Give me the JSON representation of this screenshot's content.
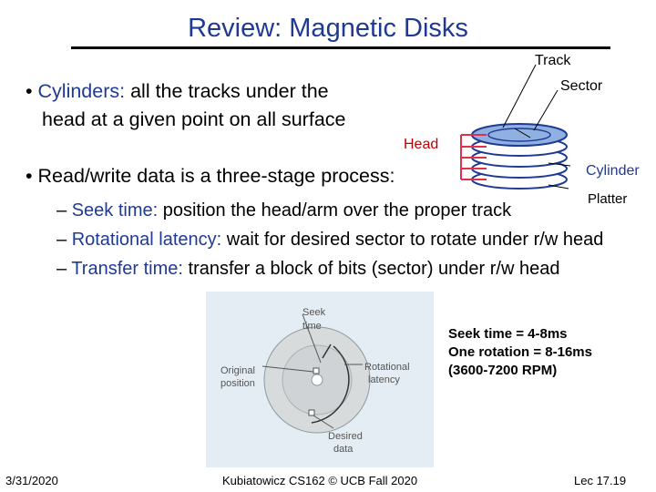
{
  "slide": {
    "title": "Review: Magnetic Disks",
    "bullet1": {
      "marker": "•",
      "term": "Cylinders:",
      "text_line1": "all the tracks under the",
      "text_line2": "head at a given point on all surface"
    },
    "bullet2": {
      "marker": "•",
      "text": "Read/write data is a three-stage process:"
    },
    "subbullets": [
      {
        "dash": "–",
        "term": "Seek time:",
        "text": "position the head/arm over the proper track"
      },
      {
        "dash": "–",
        "term": "Rotational latency:",
        "text": "wait for desired sector to rotate under r/w head"
      },
      {
        "dash": "–",
        "term": "Transfer time:",
        "text": "transfer a block of bits (sector) under r/w head"
      }
    ]
  },
  "disk_diagram": {
    "labels": {
      "track": "Track",
      "sector": "Sector",
      "head": "Head",
      "cylinder": "Cylinder",
      "platter": "Platter"
    },
    "colors": {
      "platter": "#8fb0e0",
      "head": "#e0304a",
      "track": "#1f3a93"
    }
  },
  "timing_figure": {
    "labels": {
      "seek": [
        "Seek",
        "time"
      ],
      "original": [
        "Original",
        "position"
      ],
      "rotational": [
        "Rotational",
        "latency"
      ],
      "desired": [
        "Desired",
        "data"
      ]
    },
    "background": "#e3edf3"
  },
  "stats": {
    "line1": "Seek time = 4-8ms",
    "line2": "One rotation = 8-16ms",
    "line3": "(3600-7200 RPM)"
  },
  "footer": {
    "date": "3/31/2020",
    "course": "Kubiatowicz CS162 © UCB Fall 2020",
    "lecture": "Lec 17.19"
  }
}
